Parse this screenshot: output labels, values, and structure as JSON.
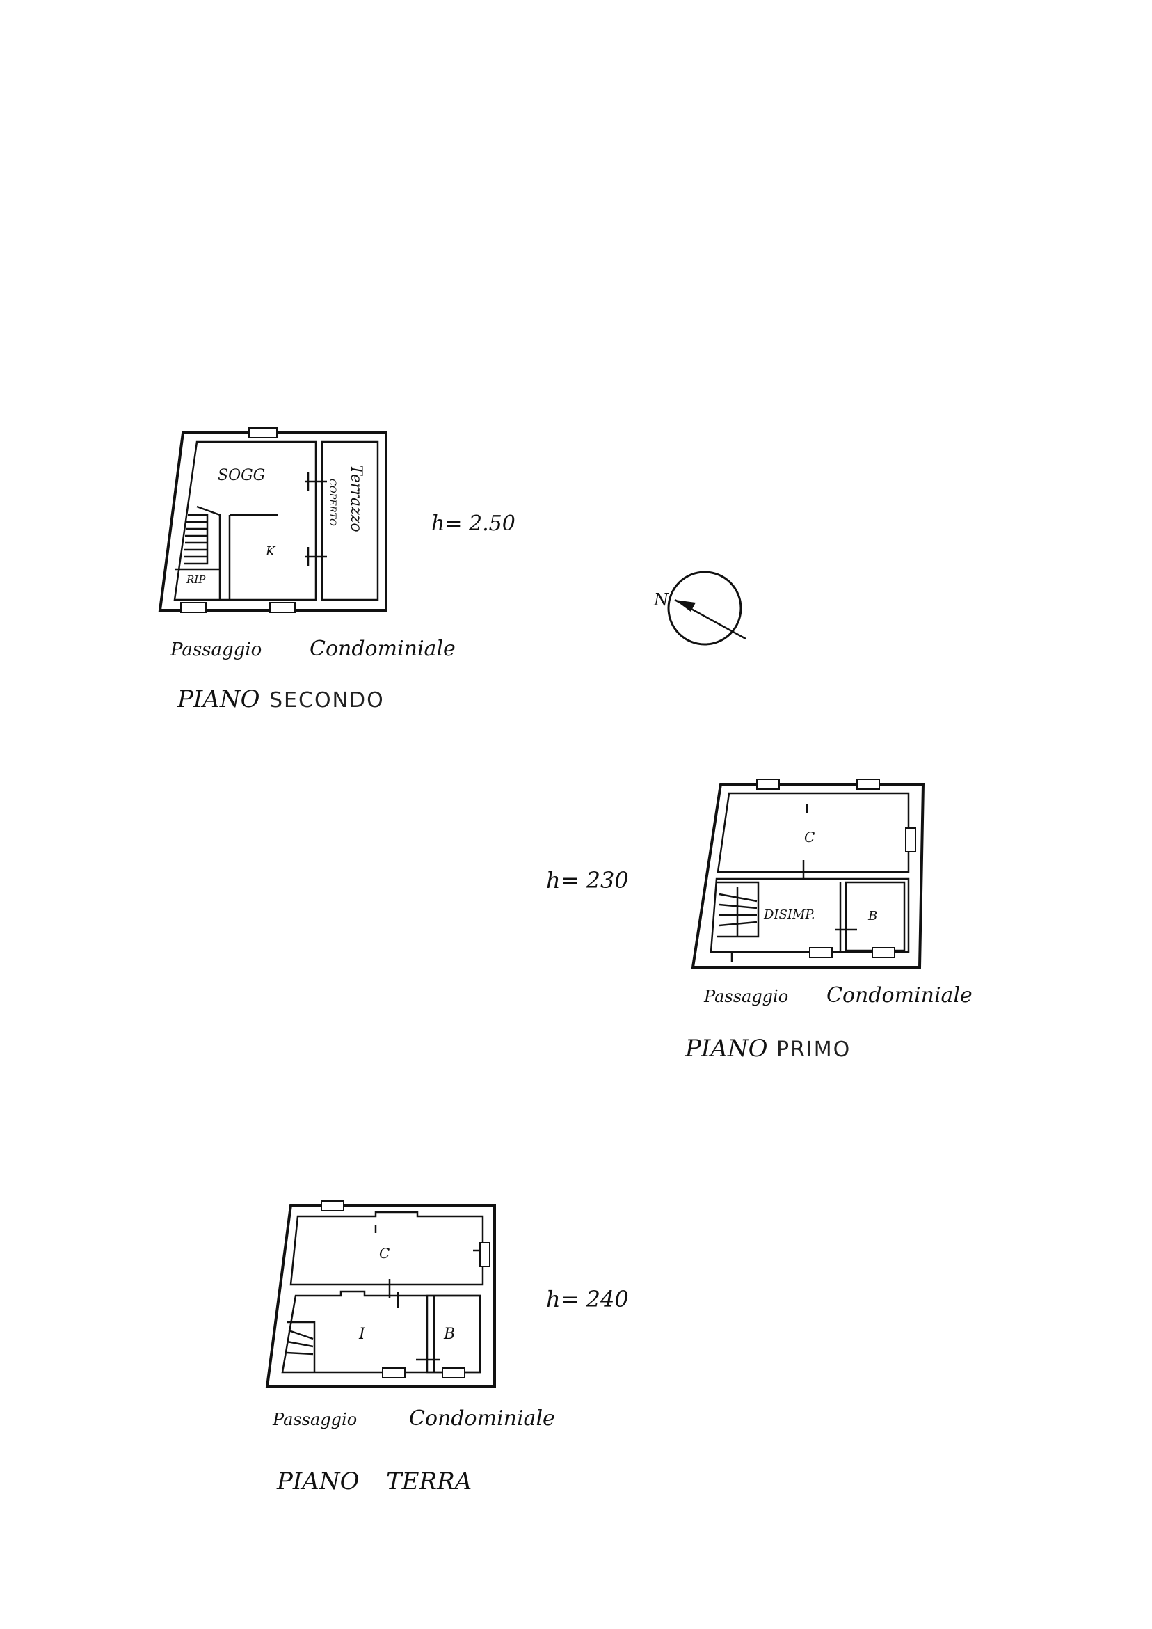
{
  "compass": {
    "label": "N"
  },
  "piano_secondo": {
    "rooms": {
      "soggiorno": "SOGG",
      "terrazzo": "Terrazzo",
      "coperto": "COPERTO",
      "cucina": "K",
      "ripostiglio": "RIP"
    },
    "height": "h= 2.50",
    "passage": "Passaggio",
    "passage_type": "Condominiale",
    "title_main": "PIANO",
    "title_sub": "SECONDO"
  },
  "piano_primo": {
    "rooms": {
      "camera": "C",
      "disimpegno": "DISIMP.",
      "bagno": "B"
    },
    "height": "h= 230",
    "passage": "Passaggio",
    "passage_type": "Condominiale",
    "title_main": "PIANO",
    "title_sub": "PRIMO"
  },
  "piano_terra": {
    "rooms": {
      "camera": "C",
      "ingresso": "I",
      "bagno": "B"
    },
    "height": "h= 240",
    "passage": "Passaggio",
    "passage_type": "Condominiale",
    "title_main": "PIANO",
    "title_sub": "TERRA"
  }
}
